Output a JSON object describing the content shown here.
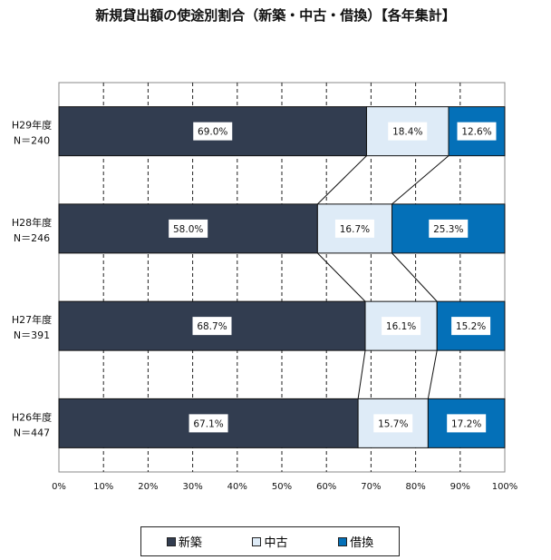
{
  "chart_data": {
    "type": "bar",
    "stacked": true,
    "orientation": "horizontal",
    "title": "新規貸出額の使途別割合（新築・中古・借換）【各年集計】",
    "categories": [
      {
        "year": "H29年度",
        "n": "N＝240"
      },
      {
        "year": "H28年度",
        "n": "N＝246"
      },
      {
        "year": "H27年度",
        "n": "N＝391"
      },
      {
        "year": "H26年度",
        "n": "N＝447"
      }
    ],
    "series": [
      {
        "name": "新築",
        "color": "#323d50",
        "values": [
          69.0,
          58.0,
          68.7,
          67.1
        ],
        "labels": [
          "69.0%",
          "58.0%",
          "68.7%",
          "67.1%"
        ]
      },
      {
        "name": "中古",
        "color": "#deebf7",
        "values": [
          18.4,
          16.7,
          16.1,
          15.7
        ],
        "labels": [
          "18.4%",
          "16.7%",
          "16.1%",
          "15.7%"
        ]
      },
      {
        "name": "借換",
        "color": "#0470b8",
        "values": [
          12.6,
          25.3,
          15.2,
          17.2
        ],
        "labels": [
          "12.6%",
          "25.3%",
          "15.2%",
          "17.2%"
        ]
      }
    ],
    "xlim": [
      0,
      100
    ],
    "xticks": [
      "0%",
      "10%",
      "20%",
      "30%",
      "40%",
      "50%",
      "60%",
      "70%",
      "80%",
      "90%",
      "100%"
    ],
    "grid": "vertical-dashed",
    "legend": "bottom"
  }
}
